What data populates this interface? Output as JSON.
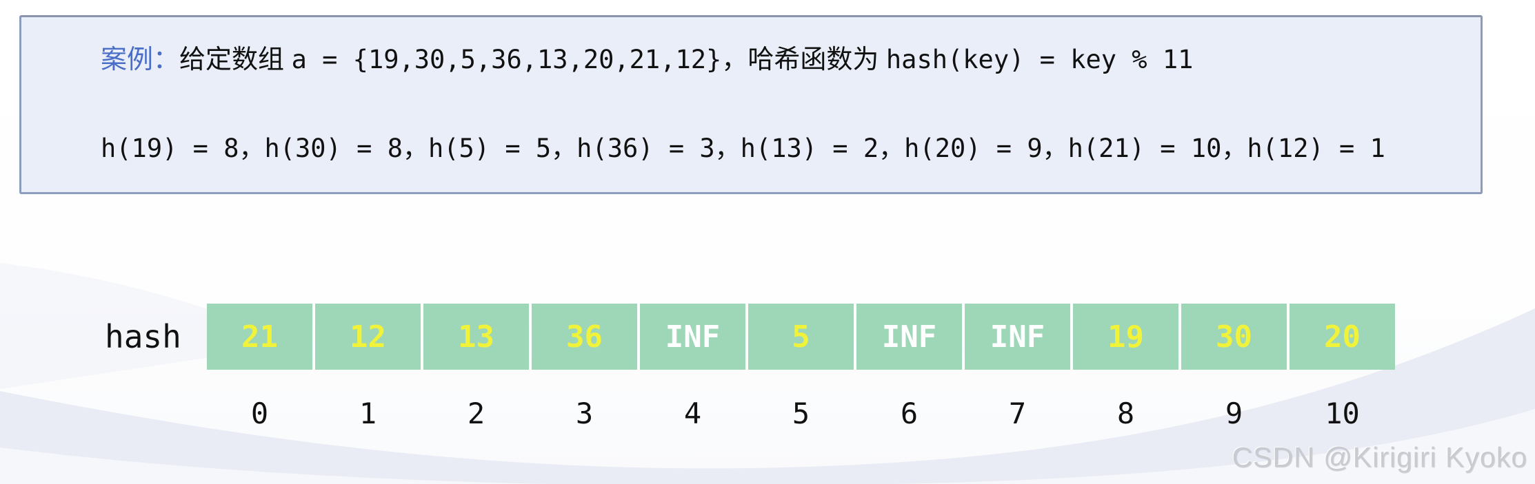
{
  "example_box": {
    "label": "案例：",
    "line1_text_given": "给定数组 ",
    "line1_code_array": "a = {19,30,5,36,13,20,21,12}",
    "line1_comma": "，",
    "line1_text_fn": "哈希函数为 ",
    "line1_code_fn": "hash(key) = key % 11",
    "line2": "h(19) = 8，h(30) = 8，h(5) = 5，h(36) = 3，h(13) = 2，h(20) = 9，h(21) = 10，h(12) = 1"
  },
  "hash_table": {
    "label": "hash",
    "cells": [
      {
        "index": "0",
        "value": "21",
        "state": "filled"
      },
      {
        "index": "1",
        "value": "12",
        "state": "filled"
      },
      {
        "index": "2",
        "value": "13",
        "state": "filled"
      },
      {
        "index": "3",
        "value": "36",
        "state": "filled"
      },
      {
        "index": "4",
        "value": "INF",
        "state": "empty"
      },
      {
        "index": "5",
        "value": "5",
        "state": "filled"
      },
      {
        "index": "6",
        "value": "INF",
        "state": "empty"
      },
      {
        "index": "7",
        "value": "INF",
        "state": "empty"
      },
      {
        "index": "8",
        "value": "19",
        "state": "filled"
      },
      {
        "index": "9",
        "value": "30",
        "state": "filled"
      },
      {
        "index": "10",
        "value": "20",
        "state": "filled"
      }
    ],
    "colors": {
      "cell_bg": "#9ed7b8",
      "value_filled": "#f1f23a",
      "value_empty": "#ffffff"
    }
  },
  "colors": {
    "box_bg": "#e9eef8",
    "box_border": "#8c9cbe",
    "keyword_blue": "#4a6dc8",
    "text": "#111111",
    "watermark": "#c9cbd1"
  },
  "watermark": "CSDN @Kirigiri Kyoko"
}
